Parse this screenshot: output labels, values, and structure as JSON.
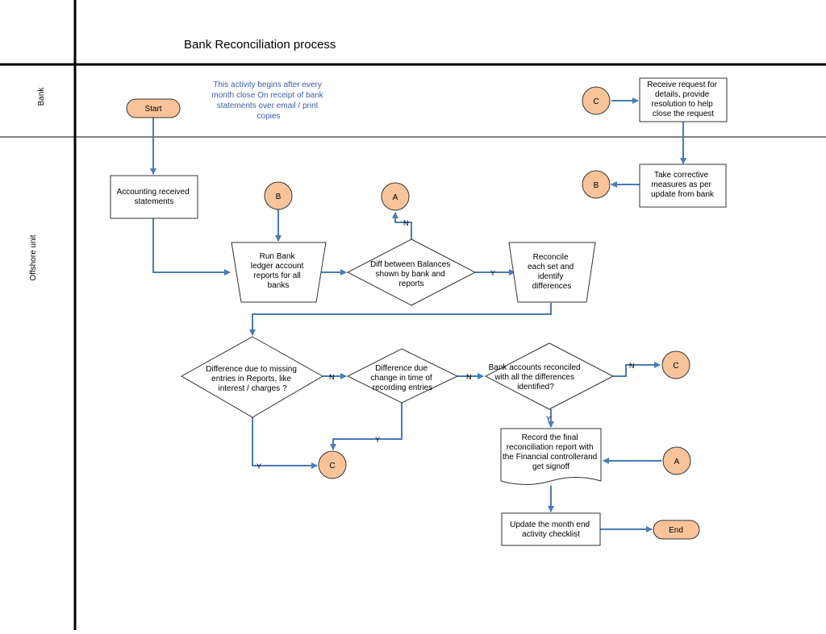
{
  "title": "Bank Reconciliation process",
  "lanes": {
    "bank": "Bank",
    "offshore": "Offshore unit"
  },
  "note": [
    "This activity begins after every",
    "month close On receipt of bank",
    "statements over email / print",
    "copies"
  ],
  "colors": {
    "connector_fill": "#f9c39a",
    "edge": "#4a7ab5",
    "note_text": "#3c5fa8",
    "shape_stroke": "#333333"
  },
  "nodes": {
    "start": {
      "label": "Start"
    },
    "end": {
      "label": "End"
    },
    "bank_request": {
      "lines": [
        "Receive request for",
        "details, provide",
        "resolution to help",
        "close the request"
      ]
    },
    "bank_corrective": {
      "lines": [
        "Take corrective",
        "measures as per",
        "update from bank"
      ]
    },
    "accounting_received": {
      "lines": [
        "Accounting received",
        "statements"
      ]
    },
    "run_bank_ledger": {
      "lines": [
        "Run Bank",
        "ledger account",
        "reports for all",
        "banks"
      ]
    },
    "diff_balances": {
      "lines": [
        "Diff between Balances",
        "shown by bank and",
        "reports"
      ]
    },
    "reconcile_each": {
      "lines": [
        "Reconcile",
        "each set and",
        "identify",
        "differences"
      ]
    },
    "diff_missing": {
      "lines": [
        "Difference due to missing",
        "entries in Reports, like",
        "interest / charges ?"
      ]
    },
    "diff_time": {
      "lines": [
        "Difference due",
        "change in time of",
        "recording entries"
      ]
    },
    "bank_accounts_reconciled": {
      "lines": [
        "Bank accounts reconciled",
        "with all the differences",
        "identified?"
      ]
    },
    "record_final": {
      "lines": [
        "Record the final",
        "reconciliation report with",
        "the Financial controllerand",
        "get signoff"
      ]
    },
    "update_checklist": {
      "lines": [
        "Update the month end",
        "activity checklist"
      ]
    }
  },
  "connectors": {
    "c_bank": "C",
    "b_bank": "B",
    "b_offshore": "B",
    "a_top": "A",
    "c_right": "C",
    "c_bottom": "C",
    "a_right": "A"
  },
  "edge_labels": {
    "diff_balances_no": "N",
    "diff_balances_yes": "Y",
    "diff_missing_no": "N",
    "diff_missing_yes": "Y",
    "diff_time_no": "N",
    "diff_time_yes": "Y",
    "reconciled_no": "N",
    "reconciled_yes": "Y"
  }
}
